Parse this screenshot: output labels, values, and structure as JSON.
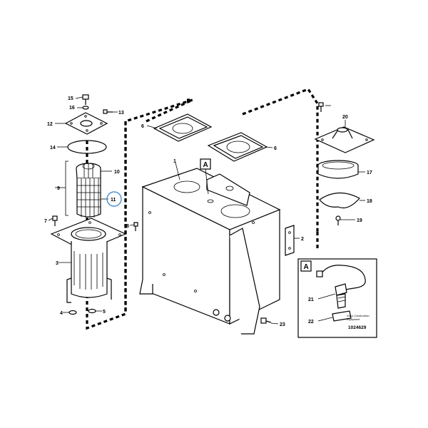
{
  "callouts": {
    "c1": "1",
    "c2": "2",
    "c3": "3",
    "c4": "4",
    "c5": "5",
    "c6a": "6",
    "c6b": "6",
    "c7": "7",
    "c8": "8",
    "c9": "9",
    "c10": "10",
    "c11": "11",
    "c12": "12",
    "c13": "13",
    "c14": "14",
    "c15": "15",
    "c16": "16",
    "c17": "17",
    "c18": "18",
    "c19": "19",
    "c20": "20",
    "c21": "21",
    "c22": "22",
    "c23": "23"
  },
  "detail": {
    "label_main": "A",
    "label_inset": "A",
    "note_line1": "Volvo Construction",
    "note_line2": "Equipment",
    "ref_number": "1024629"
  },
  "colors": {
    "line": "#000000",
    "highlight": "#4a8fd4",
    "background": "#ffffff"
  }
}
